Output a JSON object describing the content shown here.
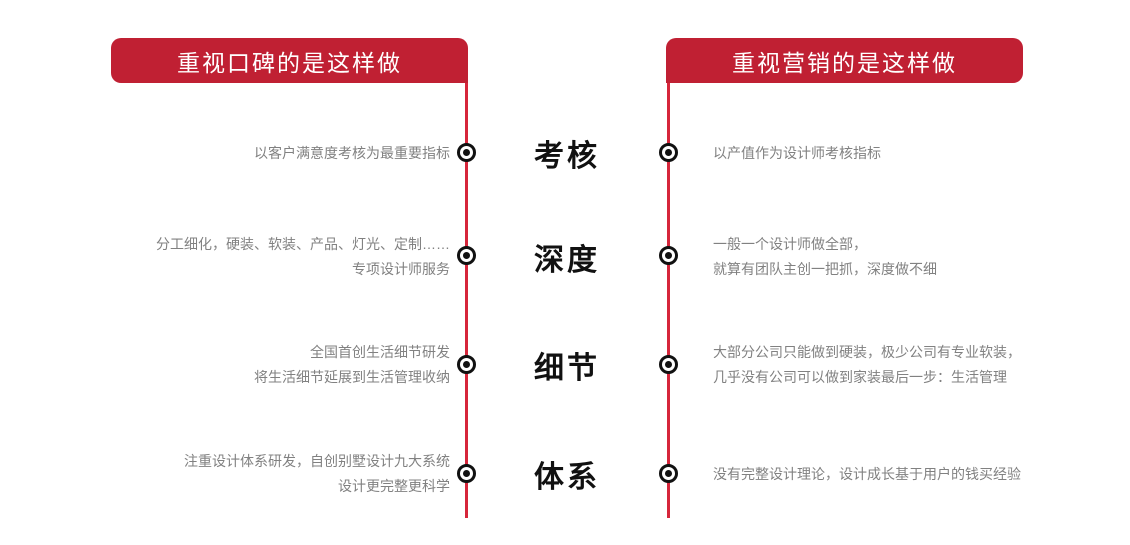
{
  "theme": {
    "banner_red": "#c02033",
    "rail_red": "#d6263b",
    "body_gray": "#818181",
    "label_black": "#111111",
    "background": "#ffffff"
  },
  "banners": {
    "left": "重视口碑的是这样做",
    "right": "重视营销的是这样做"
  },
  "rows": [
    {
      "key": "assessment",
      "center_label": "考核",
      "left_lines": [
        "以客户满意度考核为最重要指标"
      ],
      "right_lines": [
        "以产值作为设计师考核指标"
      ]
    },
    {
      "key": "depth",
      "center_label": "深度",
      "left_lines": [
        "分工细化，硬装、软装、产品、灯光、定制……",
        "专项设计师服务"
      ],
      "right_lines": [
        "一般一个设计师做全部，",
        "就算有团队主创一把抓，深度做不细"
      ]
    },
    {
      "key": "detail",
      "center_label": "细节",
      "left_lines": [
        "全国首创生活细节研发",
        "将生活细节延展到生活管理收纳"
      ],
      "right_lines": [
        "大部分公司只能做到硬装，极少公司有专业软装，",
        "几乎没有公司可以做到家装最后一步：生活管理"
      ]
    },
    {
      "key": "system",
      "center_label": "体系",
      "left_lines": [
        "注重设计体系研发，自创别墅设计九大系统",
        "设计更完整更科学"
      ],
      "right_lines": [
        "没有完整设计理论，设计成长基于用户的钱买经验"
      ]
    }
  ]
}
